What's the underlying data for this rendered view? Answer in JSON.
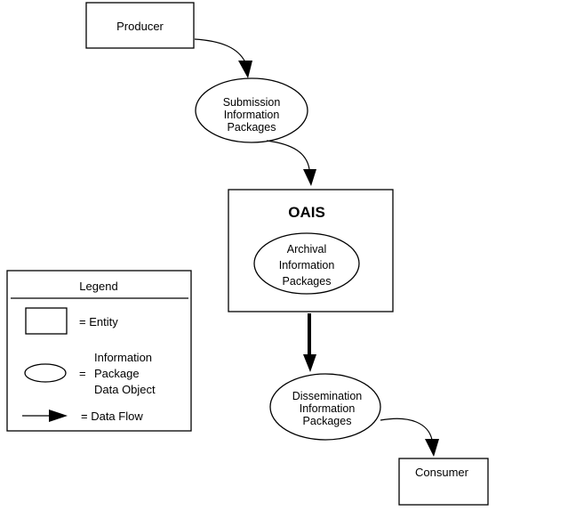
{
  "entities": {
    "producer": "Producer",
    "consumer": "Consumer",
    "oais": "OAIS"
  },
  "packages": {
    "submission": [
      "Submission",
      "Information",
      "Packages"
    ],
    "archival": [
      "Archival",
      "Information",
      "Packages"
    ],
    "dissemination": [
      "Dissemination",
      "Information",
      "Packages"
    ]
  },
  "legend": {
    "title": "Legend",
    "entity": "= Entity",
    "info_package_eq": "=",
    "info_package_lines": [
      "Information",
      "Package",
      "Data Object"
    ],
    "data_flow": "= Data Flow"
  },
  "colors": {
    "stroke": "#000000",
    "background": "#ffffff"
  }
}
